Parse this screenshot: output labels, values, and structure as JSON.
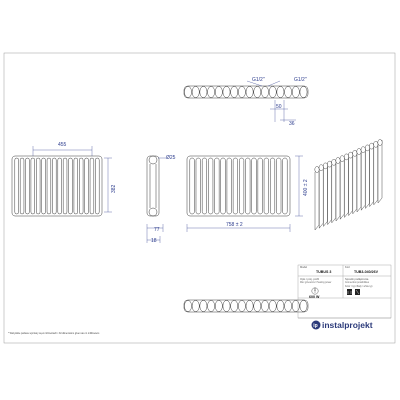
{
  "dimensions": {
    "thread_top_left": "G1/2\"",
    "thread_top_right": "G1/2\"",
    "hub_50": "50",
    "hub_36": "36",
    "hub_height": "455",
    "side_depth": "77",
    "side_bottom": "18",
    "side_diameter": "Ø25",
    "height": "382",
    "front_width": "758 ± 2",
    "front_height": "400 ± 2"
  },
  "title_block": {
    "model_label": "Model",
    "model_value": "TUBUS 3",
    "code_label": "Kod",
    "code_value": "TUB3-040/26V",
    "profile_label": "Opis / proj. profil",
    "profile_sub": "Moc grzewcza / Heating power",
    "power_value": "600 W",
    "connect_label": "Sposób podłączenia",
    "connect_sub": "Connection possibilities",
    "colors_label": "Kolor / typ: Biały / white typ",
    "logo_text": "instalprojekt"
  },
  "footer_note": "* Wszystkie podane wymiary są w milimetrach / All dimensions given are in millimeters",
  "colors": {
    "line": "#3a3a3a",
    "dimension": "#2a3a8c",
    "brand": "#2b3a7a"
  }
}
